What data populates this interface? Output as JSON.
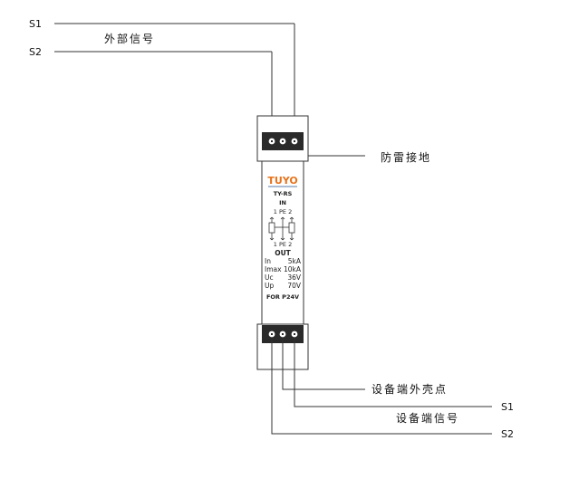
{
  "top_labels": {
    "s1": "S1",
    "s2": "S2",
    "external_signal": "外部信号",
    "lightning_ground": "防雷接地"
  },
  "bottom_labels": {
    "device_shell": "设备端外壳点",
    "s1": "S1",
    "device_signal": "设备端信号",
    "s2": "S2"
  },
  "device": {
    "brand": "TUYO",
    "model": "TY-RS",
    "in_label": "IN",
    "out_label": "OUT",
    "top_terminal_labels": "1 PE 2",
    "bottom_terminal_labels": "1 PE 2",
    "specs": [
      {
        "name": "In",
        "value": "5kA"
      },
      {
        "name": "Imax",
        "value": "10kA"
      },
      {
        "name": "Uc",
        "value": "36V"
      },
      {
        "name": "Up",
        "value": "70V"
      }
    ],
    "footer": "FOR P24V",
    "brand_colors": {
      "accent": "#e8731a",
      "dark": "#1b4f8a"
    }
  }
}
